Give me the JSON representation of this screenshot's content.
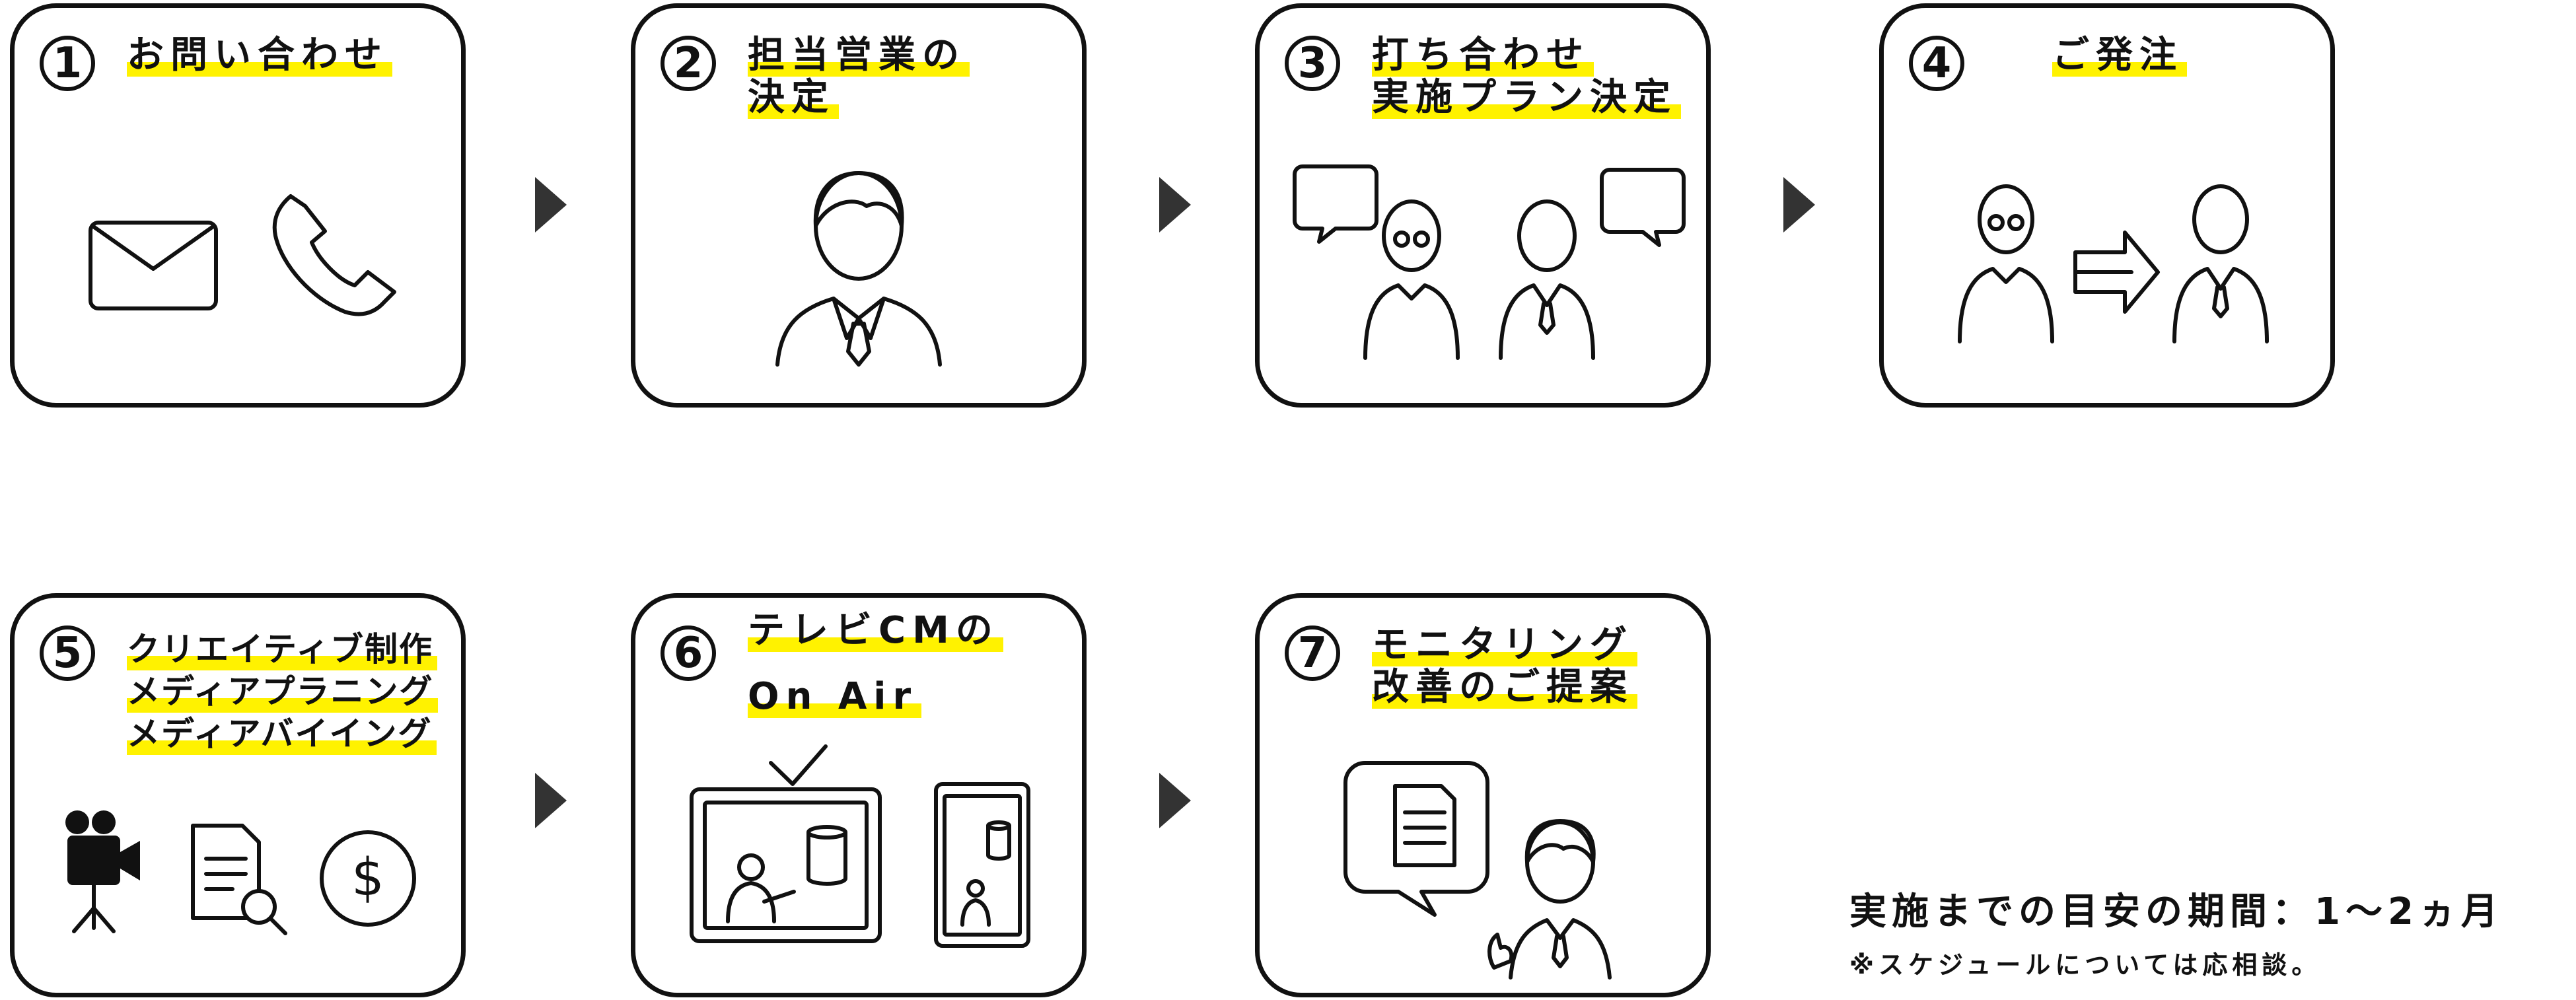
{
  "steps": [
    {
      "num": "1",
      "lines": [
        "お問い合わせ"
      ],
      "icons": [
        "mail-icon",
        "phone-icon"
      ]
    },
    {
      "num": "2",
      "lines": [
        "担当営業の",
        "決定"
      ],
      "icons": [
        "salesperson-icon"
      ]
    },
    {
      "num": "3",
      "lines": [
        "打ち合わせ",
        "実施プラン決定"
      ],
      "icons": [
        "meeting-people-icon",
        "speech-bubble-icon"
      ]
    },
    {
      "num": "4",
      "lines": [
        "ご発注"
      ],
      "icons": [
        "client-icon",
        "right-arrow-icon",
        "salesperson-icon"
      ]
    },
    {
      "num": "5",
      "lines": [
        "クリエイティブ制作",
        "メディアプラニング",
        "メディアバイイング"
      ],
      "icons": [
        "video-camera-icon",
        "document-analysis-icon",
        "dollar-coin-icon"
      ]
    },
    {
      "num": "6",
      "lines": [
        "テレビCMの",
        "On Air"
      ],
      "icons": [
        "tv-icon",
        "checkmark-icon",
        "tablet-icon"
      ]
    },
    {
      "num": "7",
      "lines": [
        "モニタリング",
        "改善のご提案"
      ],
      "icons": [
        "document-bubble-icon",
        "salesperson-ok-icon"
      ]
    }
  ],
  "schedule": {
    "main": "実施までの目安の期間：1～2ヵ月",
    "sub": "※スケジュールについては応相談。"
  },
  "colors": {
    "highlight": "#fff200",
    "stroke": "#111111",
    "arrow": "#333333"
  }
}
